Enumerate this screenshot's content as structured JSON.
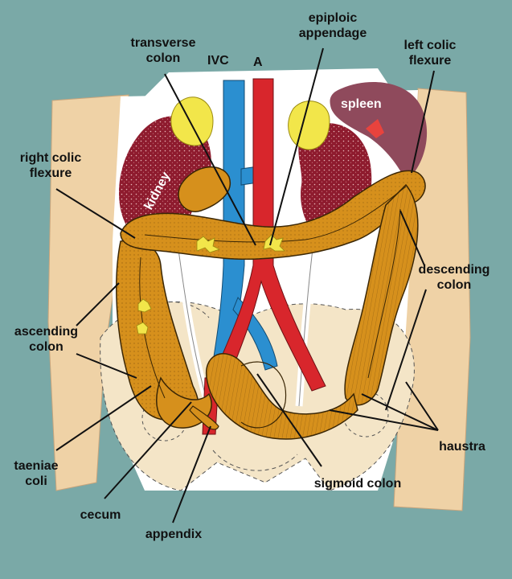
{
  "colors": {
    "background": "#7aa9a7",
    "colon": "#d6901c",
    "colon_dark": "#8a5a12",
    "kidney": "#8e1b2e",
    "spleen": "#8f4a5c",
    "ivc": "#2b8fd0",
    "aorta": "#d8262c",
    "adrenal": "#f2e64a",
    "pelvis": "#f4e5c7",
    "body_wall": "#efd2a6"
  },
  "labels": {
    "transverse_colon": "transverse\ncolon",
    "ivc": "IVC",
    "aorta": "A",
    "epiploic_appendage": "epiploic\nappendage",
    "left_colic_flexure": "left colic\nflexure",
    "spleen": "spleen",
    "kidney": "kidney",
    "right_colic_flexure": "right colic\nflexure",
    "descending_colon": "descending\ncolon",
    "ascending_colon": "ascending\ncolon",
    "haustra": "haustra",
    "taeniae_coli": "taeniae\ncoli",
    "cecum": "cecum",
    "sigmoid_colon": "sigmoid colon",
    "appendix": "appendix"
  }
}
